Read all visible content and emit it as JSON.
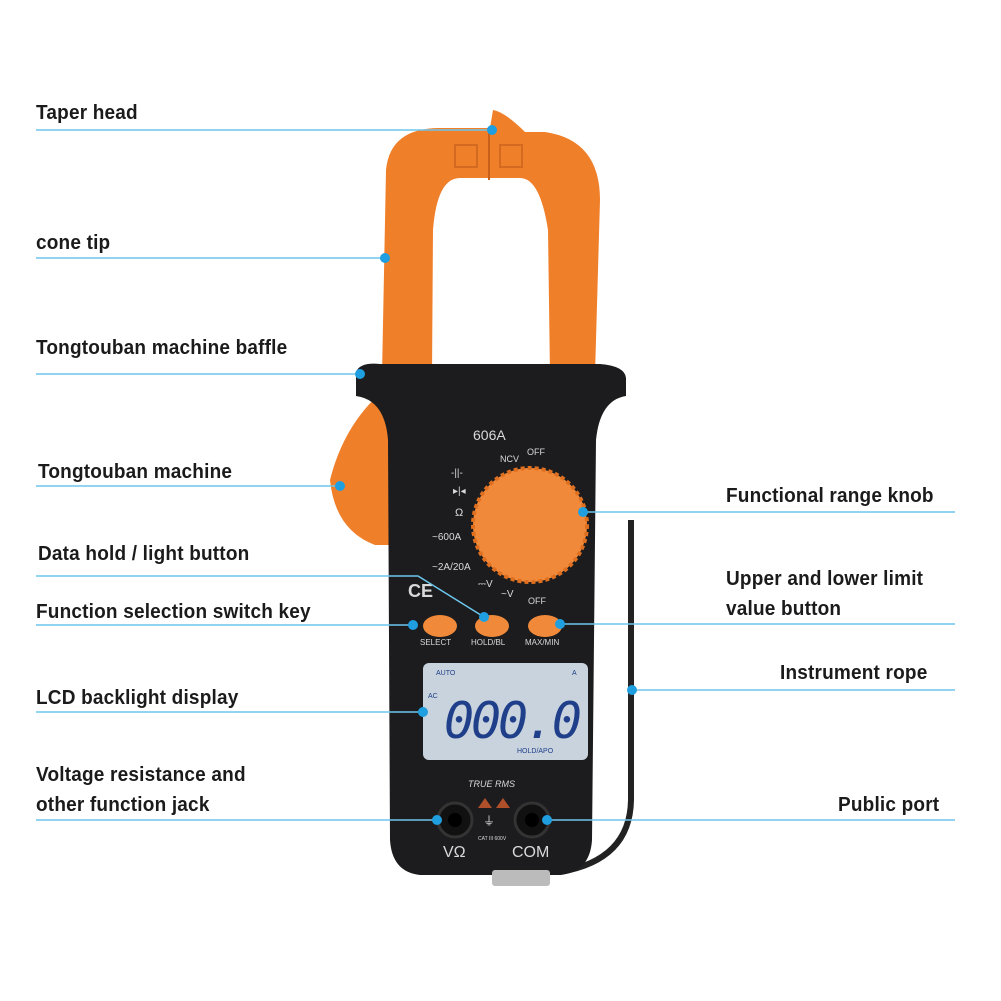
{
  "labels": {
    "taper_head": "Taper head",
    "cone_tip": "cone tip",
    "baffle": "Tongtouban machine baffle",
    "machine": "Tongtouban machine",
    "data_hold": "Data hold / light button",
    "function_select": "Function selection switch key",
    "lcd": "LCD backlight display",
    "jack_line1": "Voltage resistance and",
    "jack_line2": "other function jack",
    "knob": "Functional range knob",
    "limit_line1": "Upper and lower limit",
    "limit_line2": "value button",
    "rope": "Instrument rope",
    "public_port": "Public port"
  },
  "meter": {
    "model": "606A",
    "dial": [
      "NCV",
      "OFF",
      "~600A",
      "~2A/20A",
      "Ω",
      "OFF"
    ],
    "ce_mark": "CE",
    "buttons": [
      "SELECT",
      "HOLD/BL",
      "MAX/MIN"
    ],
    "lcd": {
      "auto": "AUTO",
      "unit": "A",
      "mode": "AC",
      "reading": "000.0",
      "status": "HOLD/APO"
    },
    "true_rms": "TRUE RMS",
    "cat": "CAT III 600V",
    "jacks": [
      "VΩ",
      "COM"
    ]
  },
  "colors": {
    "orange": "#f07f2a",
    "body": "#1c1c1e",
    "callout_line": "#6cc6ee",
    "callout_dot": "#1f9fe0",
    "lcd": "#c8d3dd",
    "lcd_digits": "#1f3f8a"
  }
}
